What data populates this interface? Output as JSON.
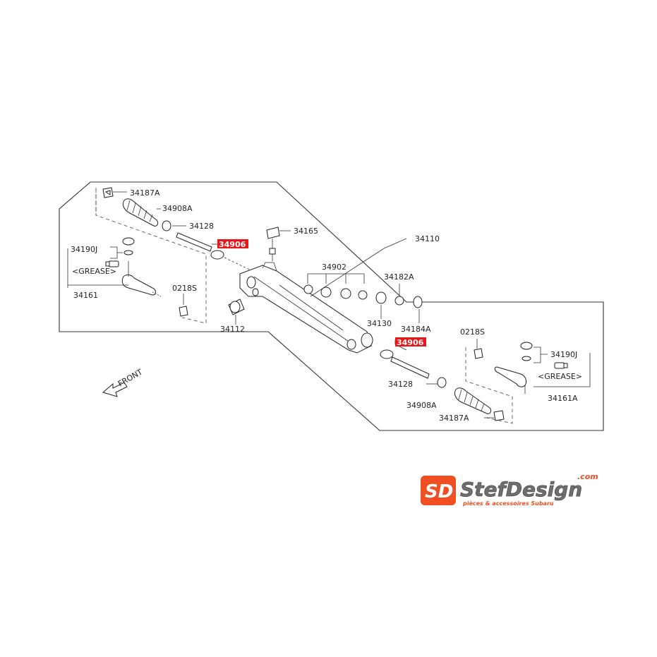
{
  "labels": {
    "p34187A_top": "34187A",
    "p34908A_top": "34908A",
    "p34128_top": "34128",
    "p34906_top": "34906",
    "p34190J_left": "34190J",
    "grease_left": "<GREASE>",
    "p34161": "34161",
    "p0218S_left": "0218S",
    "p34165": "34165",
    "p34110": "34110",
    "p34902": "34902",
    "p34182A": "34182A",
    "p34130": "34130",
    "p34184A": "34184A",
    "p34112": "34112",
    "p0218S_right": "0218S",
    "p34190J_right": "34190J",
    "grease_right": "<GREASE>",
    "p34906_bottom": "34906",
    "p34128_bottom": "34128",
    "p34908A_bottom": "34908A",
    "p34161A": "34161A",
    "p34187A_bottom": "34187A",
    "front": "FRONT"
  },
  "highlight_color": "#e8161b",
  "logo": {
    "monogram": "SD",
    "name": "StefDesign",
    "domain": ".com",
    "tagline": "pièces & accessoires Subaru",
    "brand_color": "#f04e23"
  }
}
